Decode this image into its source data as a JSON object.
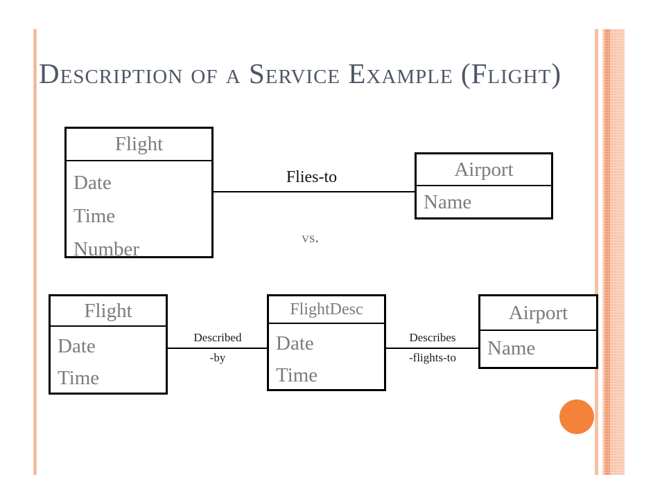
{
  "slide": {
    "title": "Description of a Service Example (Flight)",
    "vs_label": "vs."
  },
  "colors": {
    "title_text": "#4D5666",
    "entity_text": "#7B7B7B",
    "accent_orange_circle": "#F5823A",
    "stripe_light_salmon": "#F9CDB5",
    "stripe_dark_salmon": "#EE9C74",
    "connector_black": "#000000"
  },
  "top_diagram": {
    "flight": {
      "title": "Flight",
      "attributes": [
        "Date",
        "Time",
        "Number"
      ]
    },
    "airport": {
      "title": "Airport",
      "attributes": [
        "Name"
      ]
    },
    "relation": {
      "label": "Flies-to"
    }
  },
  "bottom_diagram": {
    "flight": {
      "title": "Flight",
      "attributes": [
        "Date",
        "Time"
      ]
    },
    "flightdesc": {
      "title": "FlightDesc",
      "attributes": [
        "Date",
        "Time"
      ]
    },
    "airport": {
      "title": "Airport",
      "attributes": [
        "Name"
      ]
    },
    "relation_left": {
      "label_line1": "Described",
      "label_line2": "-by"
    },
    "relation_right": {
      "label_line1": "Describes",
      "label_line2": "-flights-to"
    }
  }
}
